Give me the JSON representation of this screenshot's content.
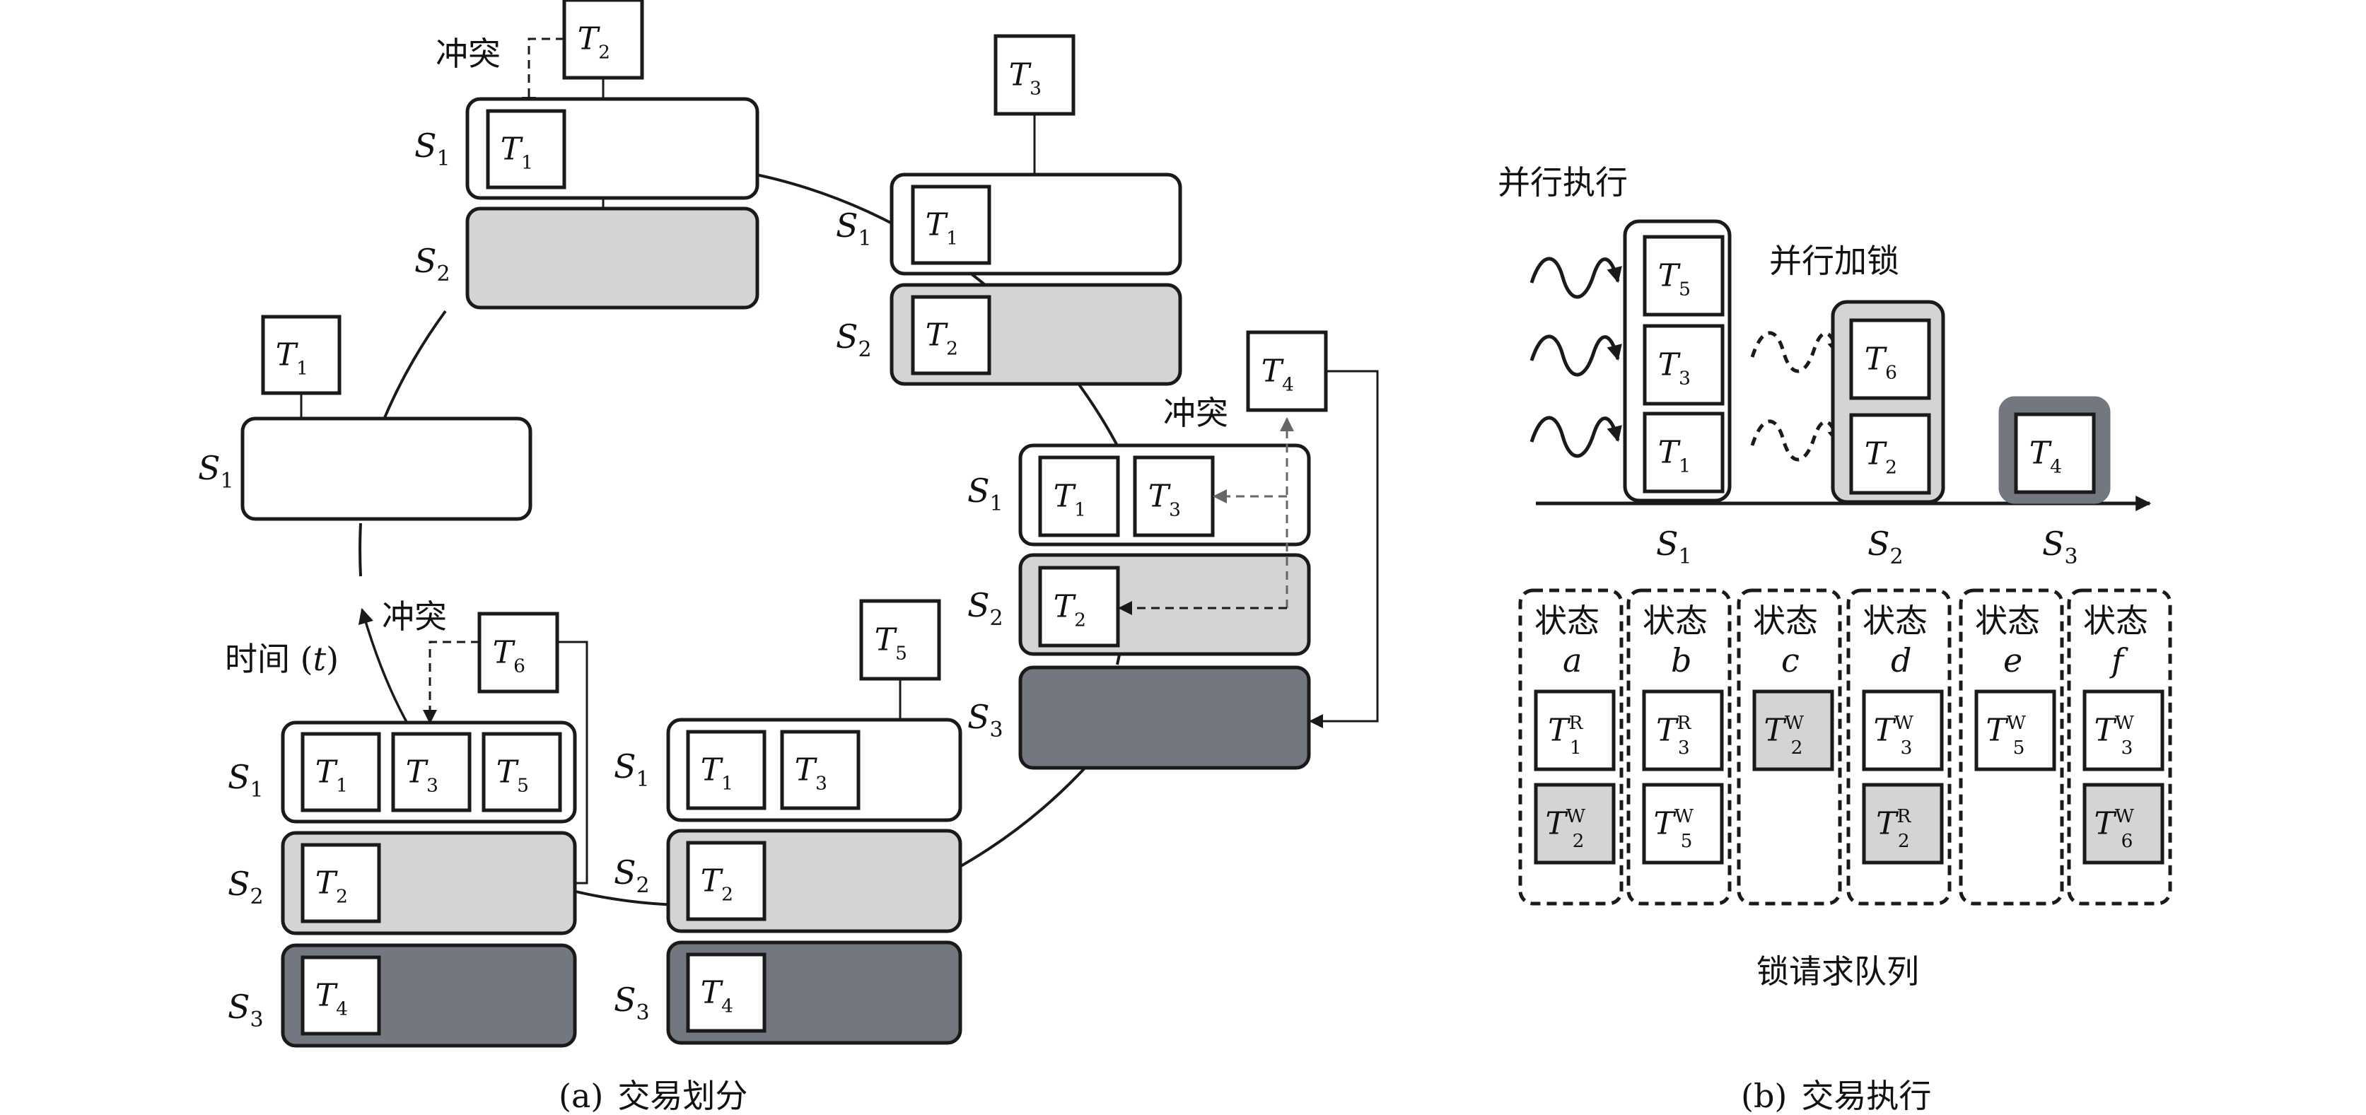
{
  "colors": {
    "white": "#ffffff",
    "light_gray": "#d4d4d4",
    "dark_gray": "#737780",
    "line": "#1a1a1a"
  },
  "labels": {
    "conflict": "冲突",
    "time": "时间 (",
    "time_var": "t",
    "time_close": ")",
    "caption_a_prefix": "(a)",
    "caption_a": "交易划分",
    "caption_b_prefix": "(b)",
    "caption_b": "交易执行",
    "parallel_exec": "并行执行",
    "parallel_lock": "并行加锁",
    "lock_queue": "锁请求队列",
    "state": "状态"
  },
  "shard_names": [
    "S",
    "S",
    "S"
  ],
  "shard_subs": [
    "1",
    "2",
    "3"
  ],
  "tx_letter": "T",
  "tx_nums": [
    "1",
    "2",
    "3",
    "4",
    "5",
    "6"
  ],
  "states": [
    {
      "var": "a",
      "items": [
        {
          "n": "1",
          "sup": "R",
          "fill": "white"
        },
        {
          "n": "2",
          "sup": "W",
          "fill": "gray"
        }
      ]
    },
    {
      "var": "b",
      "items": [
        {
          "n": "3",
          "sup": "R",
          "fill": "white"
        },
        {
          "n": "5",
          "sup": "W",
          "fill": "white"
        }
      ]
    },
    {
      "var": "c",
      "items": [
        {
          "n": "2",
          "sup": "W",
          "fill": "gray"
        }
      ]
    },
    {
      "var": "d",
      "items": [
        {
          "n": "3",
          "sup": "W",
          "fill": "white"
        },
        {
          "n": "2",
          "sup": "R",
          "fill": "gray"
        }
      ]
    },
    {
      "var": "e",
      "items": [
        {
          "n": "5",
          "sup": "W",
          "fill": "white"
        }
      ]
    },
    {
      "var": "f",
      "items": [
        {
          "n": "3",
          "sup": "W",
          "fill": "white"
        },
        {
          "n": "6",
          "sup": "W",
          "fill": "gray"
        }
      ]
    }
  ]
}
